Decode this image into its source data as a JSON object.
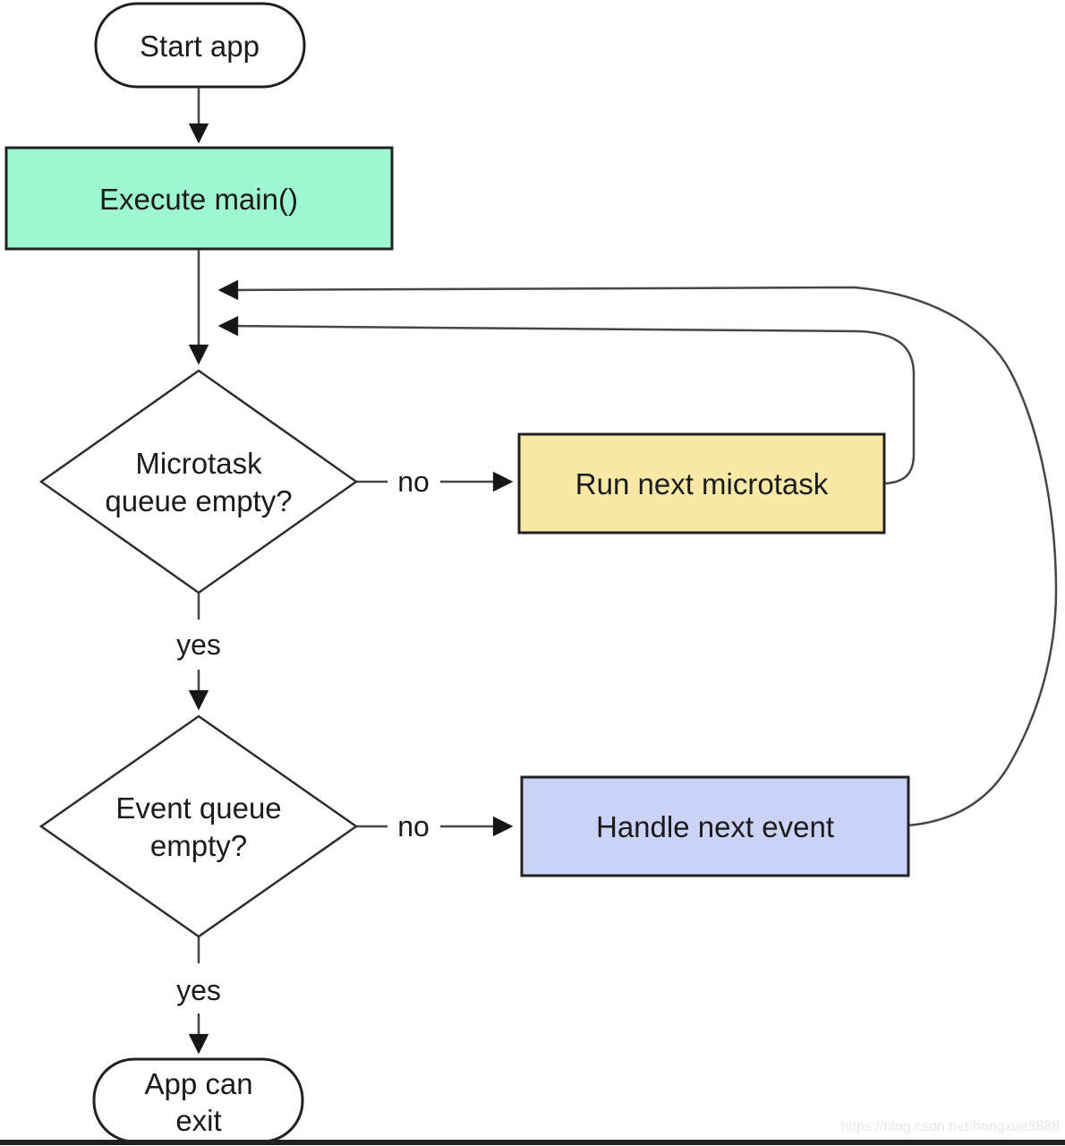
{
  "page": {
    "watermark": "https://blog.csdn.net/hongxue8888"
  },
  "colors": {
    "start_fill": "#ffffff",
    "execute_fill": "#9ef6d2",
    "microtask_decision_fill": "#ffffff",
    "run_microtask_fill": "#fae9a6",
    "event_decision_fill": "#ffffff",
    "handle_event_fill": "#cbd3f7",
    "exit_fill": "#ffffff",
    "watermark_text": "#e8e8e8",
    "bottom_bar": "#1f1f1f"
  },
  "flowchart": {
    "nodes": {
      "start": {
        "label": "Start app"
      },
      "execute_main": {
        "label": "Execute main()"
      },
      "microtask_check": {
        "line1": "Microtask",
        "line2": "queue empty?"
      },
      "run_microtask": {
        "label": "Run next microtask"
      },
      "event_check": {
        "line1": "Event queue",
        "line2": "empty?"
      },
      "handle_event": {
        "label": "Handle next event"
      },
      "app_exit": {
        "line1": "App can",
        "line2": "exit"
      }
    },
    "edge_labels": {
      "microtask_no": "no",
      "microtask_yes": "yes",
      "event_no": "no",
      "event_yes": "yes"
    }
  }
}
